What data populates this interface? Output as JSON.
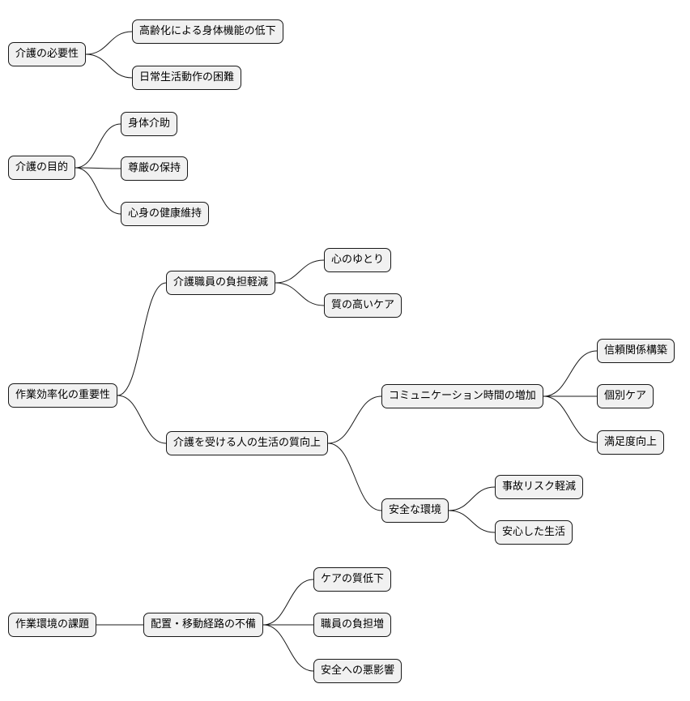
{
  "mindmap": {
    "branches": [
      {
        "label": "介護の必要性",
        "children": [
          {
            "label": "高齢化による身体機能の低下"
          },
          {
            "label": "日常生活動作の困難"
          }
        ]
      },
      {
        "label": "介護の目的",
        "children": [
          {
            "label": "身体介助"
          },
          {
            "label": "尊厳の保持"
          },
          {
            "label": "心身の健康維持"
          }
        ]
      },
      {
        "label": "作業効率化の重要性",
        "children": [
          {
            "label": "介護職員の負担軽減",
            "children": [
              {
                "label": "心のゆとり"
              },
              {
                "label": "質の高いケア"
              }
            ]
          },
          {
            "label": "介護を受ける人の生活の質向上",
            "children": [
              {
                "label": "コミュニケーション時間の増加",
                "children": [
                  {
                    "label": "信頼関係構築"
                  },
                  {
                    "label": "個別ケア"
                  },
                  {
                    "label": "満足度向上"
                  }
                ]
              },
              {
                "label": "安全な環境",
                "children": [
                  {
                    "label": "事故リスク軽減"
                  },
                  {
                    "label": "安心した生活"
                  }
                ]
              }
            ]
          }
        ]
      },
      {
        "label": "作業環境の課題",
        "children": [
          {
            "label": "配置・移動経路の不備",
            "children": [
              {
                "label": "ケアの質低下"
              },
              {
                "label": "職員の負担増"
              },
              {
                "label": "安全への悪影響"
              }
            ]
          }
        ]
      }
    ]
  }
}
